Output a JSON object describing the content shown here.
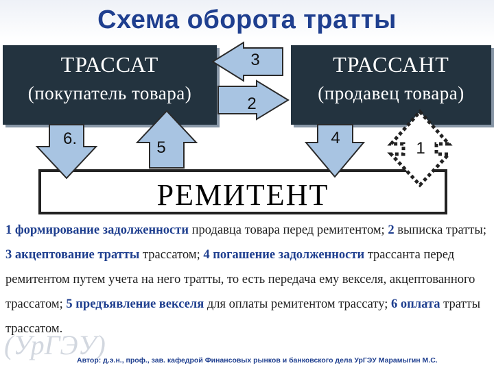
{
  "title": "Схема оборота тратты",
  "trassat": {
    "name": "ТРАССАТ",
    "role": "(покупатель товара)"
  },
  "trassant": {
    "name": "ТРАССАНТ",
    "role": "(продавец товара)"
  },
  "remitent": {
    "name": "РЕМИТЕНТ"
  },
  "arrows": {
    "a1": "1",
    "a2": "2",
    "a3": "3",
    "a4": "4",
    "a5": "5",
    "a6": "6."
  },
  "description": [
    {
      "hl": "1 формирование задолженности",
      "text": " продавца товара перед ремитентом; "
    },
    {
      "hl": "2",
      "text": " выписка тратты; "
    },
    {
      "hl": "3 акцептование тратты",
      "text": " трассатом; "
    },
    {
      "hl": "4 погашение задолженности",
      "text": " трассанта перед ремитентом путем учета на него тратты, то есть передача ему векселя, акцептованного трассатом; "
    },
    {
      "hl": "5 предъявление векселя",
      "text": " для оплаты ремитентом трассату; "
    },
    {
      "hl": "6 оплата",
      "text": "  тратты трассатом."
    }
  ],
  "logo": "УрГЭУ",
  "author": "Автор: д.э.н., проф., зав. кафедрой Финансовых рынков и банковского дела УрГЭУ Марамыгин М.С.",
  "colors": {
    "title": "#1f3f8f",
    "box": "#23333f",
    "arrow": "#a8c4e2",
    "highlight": "#1f3f8f"
  }
}
